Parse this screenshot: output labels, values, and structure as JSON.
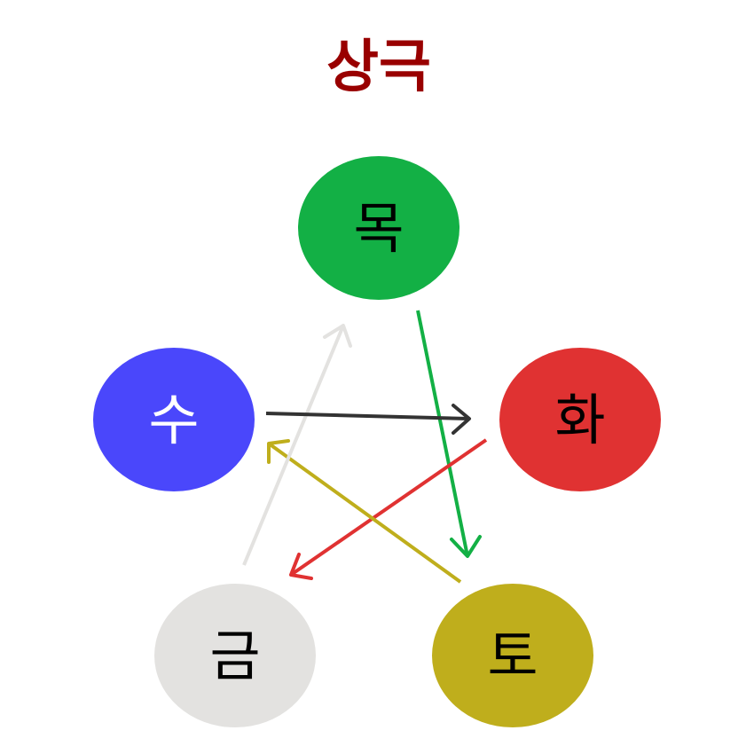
{
  "diagram": {
    "title": "상극",
    "title_color": "#990000",
    "nodes": [
      {
        "id": "wood",
        "label": "목",
        "fill": "#13b045",
        "text_color": "#000000"
      },
      {
        "id": "fire",
        "label": "화",
        "fill": "#e03232",
        "text_color": "#000000"
      },
      {
        "id": "earth",
        "label": "토",
        "fill": "#bfae1c",
        "text_color": "#000000"
      },
      {
        "id": "metal",
        "label": "금",
        "fill": "#e3e2e0",
        "text_color": "#000000"
      },
      {
        "id": "water",
        "label": "수",
        "fill": "#4a47fb",
        "text_color": "#ffffff"
      }
    ],
    "edges": [
      {
        "from": "wood",
        "to": "earth",
        "color": "#13b045"
      },
      {
        "from": "fire",
        "to": "metal",
        "color": "#e03232"
      },
      {
        "from": "earth",
        "to": "water",
        "color": "#bfae1c"
      },
      {
        "from": "metal",
        "to": "wood",
        "color": "#e3e2e0"
      },
      {
        "from": "water",
        "to": "fire",
        "color": "#333333"
      }
    ]
  }
}
